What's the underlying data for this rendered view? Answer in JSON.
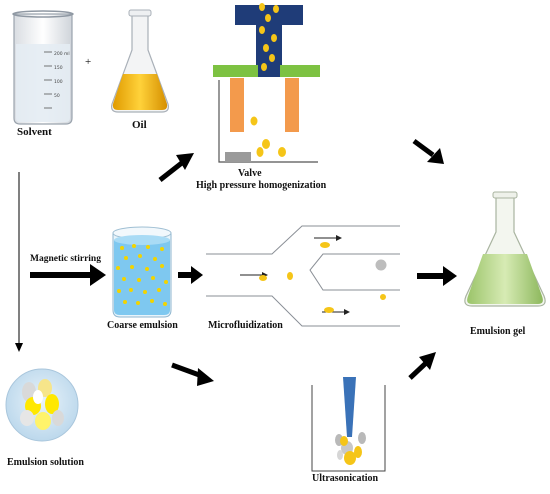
{
  "labels": {
    "solvent": "Solvent",
    "plus": "+",
    "oil": "Oil",
    "valve": "Valve",
    "hph": "High pressure homogenization",
    "magnetic_stirring": "Magnetic stirring",
    "coarse_emulsion": "Coarse emulsion",
    "microfluidization": "Microfluidization",
    "emulsion_gel": "Emulsion gel",
    "emulsion_solution": "Emulsion solution",
    "ultrasonication": "Ultrasonication"
  },
  "beaker_scale": [
    "200 ml",
    "150",
    "100",
    "50"
  ],
  "colors": {
    "oil_yellow": "#f4b800",
    "droplet_yellow": "#f5c518",
    "bright_yellow": "#ffe800",
    "navy": "#1f3c78",
    "green": "#7dc242",
    "orange": "#f39a4c",
    "stir_blue": "#7ec8f0",
    "gel_green": "#b9d98a",
    "gray_droplet": "#bdbdbd",
    "arrow": "#000000"
  }
}
